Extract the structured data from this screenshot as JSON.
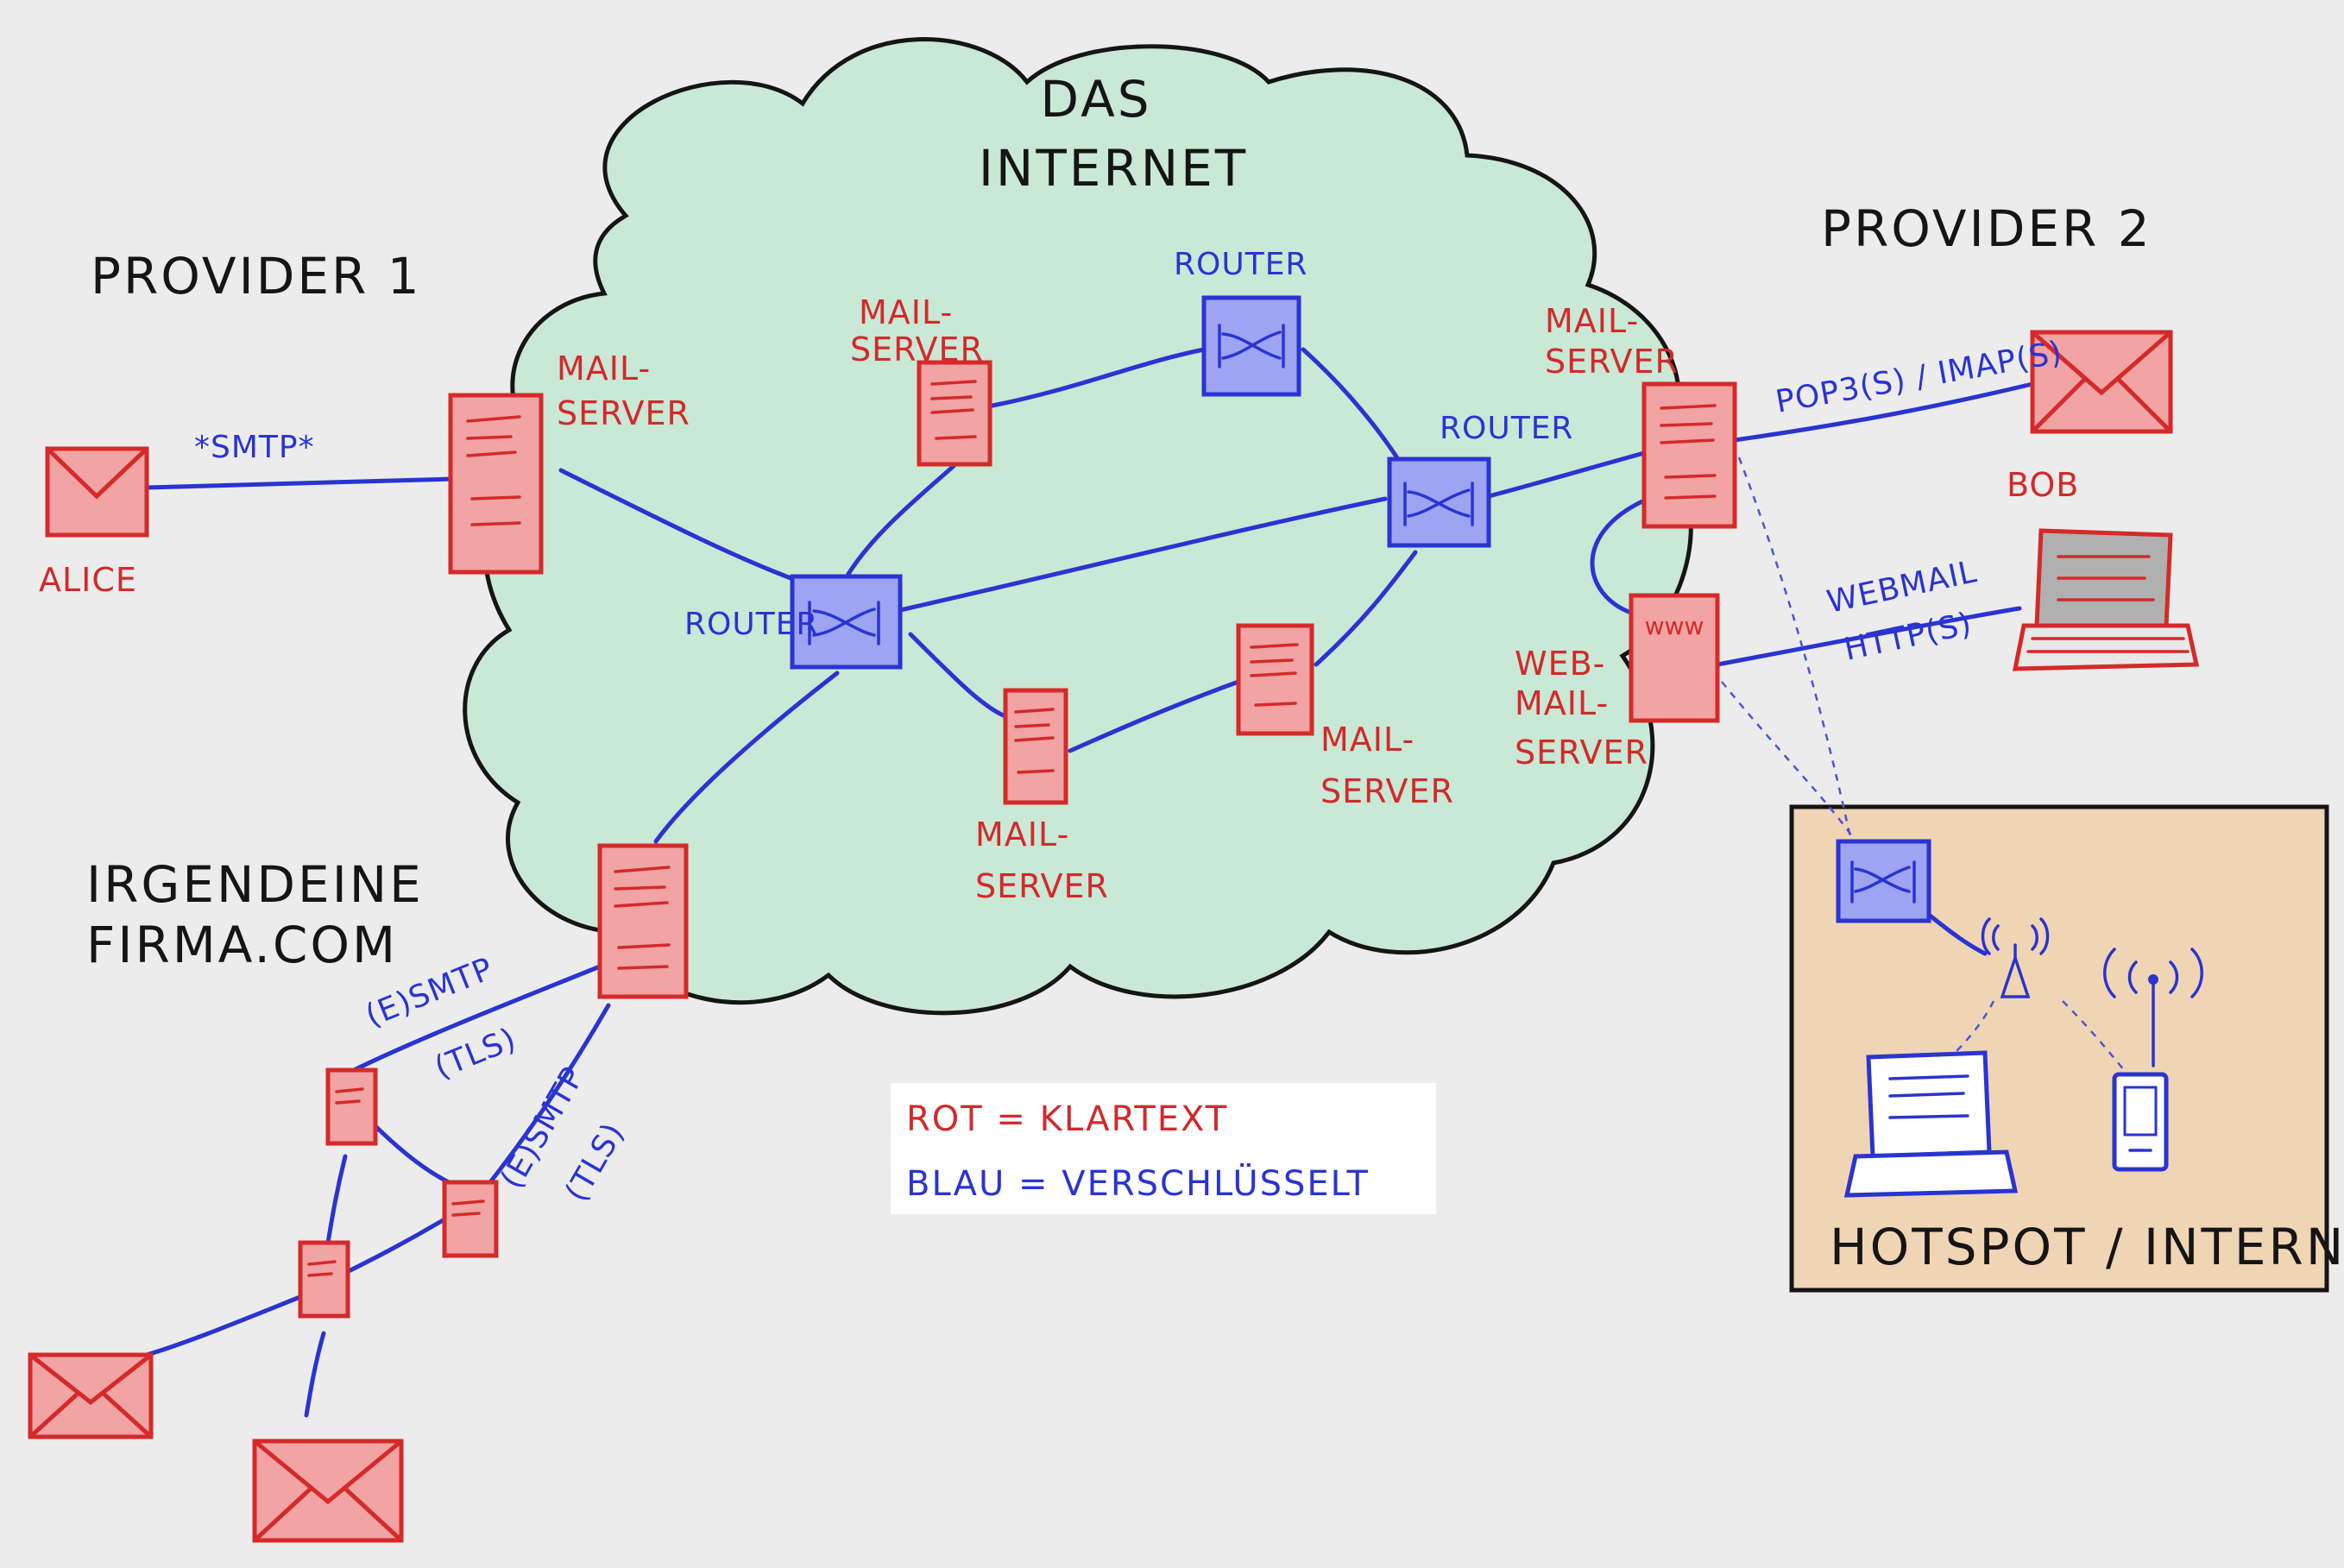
{
  "colors": {
    "background": "#ececec",
    "cloud_fill": "#c9e8d6",
    "cafe_fill": "#f0d5b5",
    "red": "#d42a2a",
    "red_fill": "#f2a3a3",
    "blue": "#2a34d0",
    "blue_fill": "#9ea3f2"
  },
  "title": {
    "line1": "DAS",
    "line2": "INTERNET"
  },
  "provider1": {
    "label": "PROVIDER 1",
    "server_line1": "MAIL-",
    "server_line2": "SERVER"
  },
  "provider2": {
    "label": "PROVIDER 2",
    "server_line1": "MAIL-",
    "server_line2": "SERVER"
  },
  "alice": {
    "label": "ALICE",
    "protocol": "*SMTP*"
  },
  "bob": {
    "label": "BOB",
    "protocol": "POP3(S) / IMAP(S)"
  },
  "webmail": {
    "protocol_line1": "WEBMAIL",
    "protocol_line2": "HTTP(S)",
    "server_line1": "WEB-",
    "server_line2": "MAIL-",
    "server_line3": "SERVER",
    "box_text": "www"
  },
  "internet": {
    "router_label": "ROUTER",
    "mail_server_line1": "MAIL-",
    "mail_server_line2": "SERVER"
  },
  "company": {
    "label_line1": "IRGENDEINE",
    "label_line2": "FIRMA.COM",
    "link_line1": "(E)SMTP",
    "link_line2": "(TLS)"
  },
  "hotspot": {
    "label": "HOTSPOT / INTERNETCAFE"
  },
  "legend": {
    "red": "ROT = KLARTEXT",
    "blue": "BLAU = VERSCHLÜSSELT"
  },
  "icons": [
    "envelope-icon",
    "mail-server-icon",
    "router-icon",
    "laptop-icon",
    "phone-icon",
    "wifi-antenna-icon"
  ]
}
